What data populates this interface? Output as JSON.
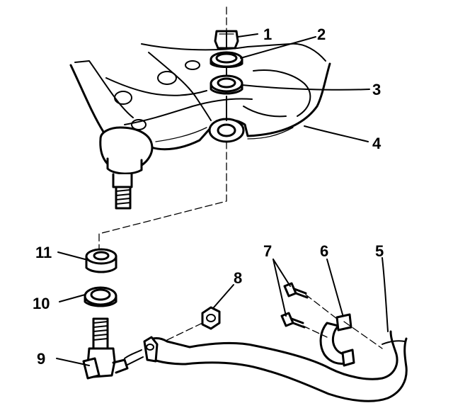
{
  "diagram": {
    "callouts": [
      {
        "id": "1",
        "label": "1"
      },
      {
        "id": "2",
        "label": "2"
      },
      {
        "id": "3",
        "label": "3"
      },
      {
        "id": "4",
        "label": "4"
      },
      {
        "id": "5",
        "label": "5"
      },
      {
        "id": "6",
        "label": "6"
      },
      {
        "id": "7",
        "label": "7"
      },
      {
        "id": "8",
        "label": "8"
      },
      {
        "id": "9",
        "label": "9"
      },
      {
        "id": "10",
        "label": "10"
      },
      {
        "id": "11",
        "label": "11"
      }
    ]
  },
  "colors": {
    "ink": "#000000",
    "background": "#ffffff"
  }
}
